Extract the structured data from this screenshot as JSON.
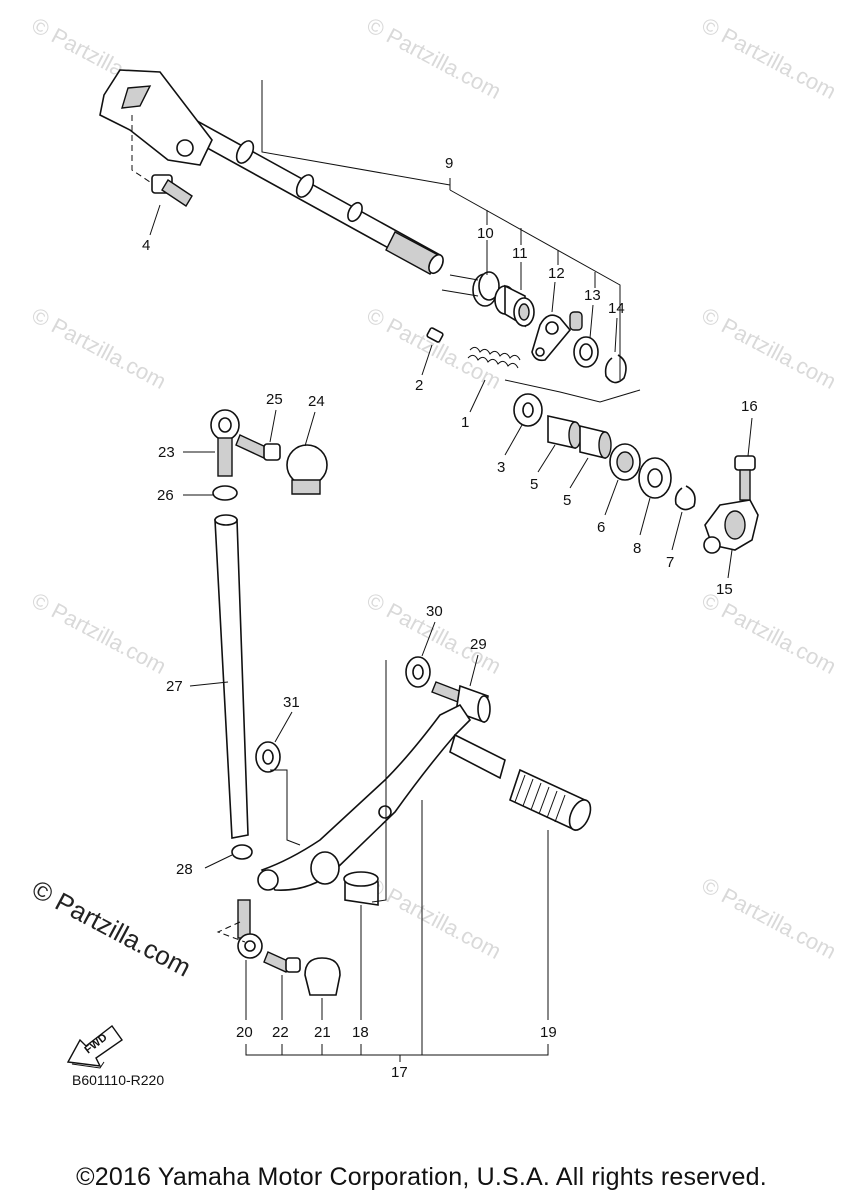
{
  "watermarks": {
    "text": "© Partzilla.com",
    "main": "© Partzilla.com"
  },
  "callouts": {
    "p1": "1",
    "p2": "2",
    "p3": "3",
    "p4": "4",
    "p5a": "5",
    "p5b": "5",
    "p6": "6",
    "p7": "7",
    "p8": "8",
    "p9": "9",
    "p10": "10",
    "p11": "11",
    "p12": "12",
    "p13": "13",
    "p14": "14",
    "p15": "15",
    "p16": "16",
    "p17": "17",
    "p18": "18",
    "p19": "19",
    "p20": "20",
    "p21": "21",
    "p22": "22",
    "p23": "23",
    "p24": "24",
    "p25": "25",
    "p26": "26",
    "p27": "27",
    "p28": "28",
    "p29": "29",
    "p30": "30",
    "p31": "31"
  },
  "fwd_label": "FWD",
  "diagram_code": "B601110-R220",
  "copyright": "©2016 Yamaha Motor Corporation, U.S.A. All rights reserved."
}
